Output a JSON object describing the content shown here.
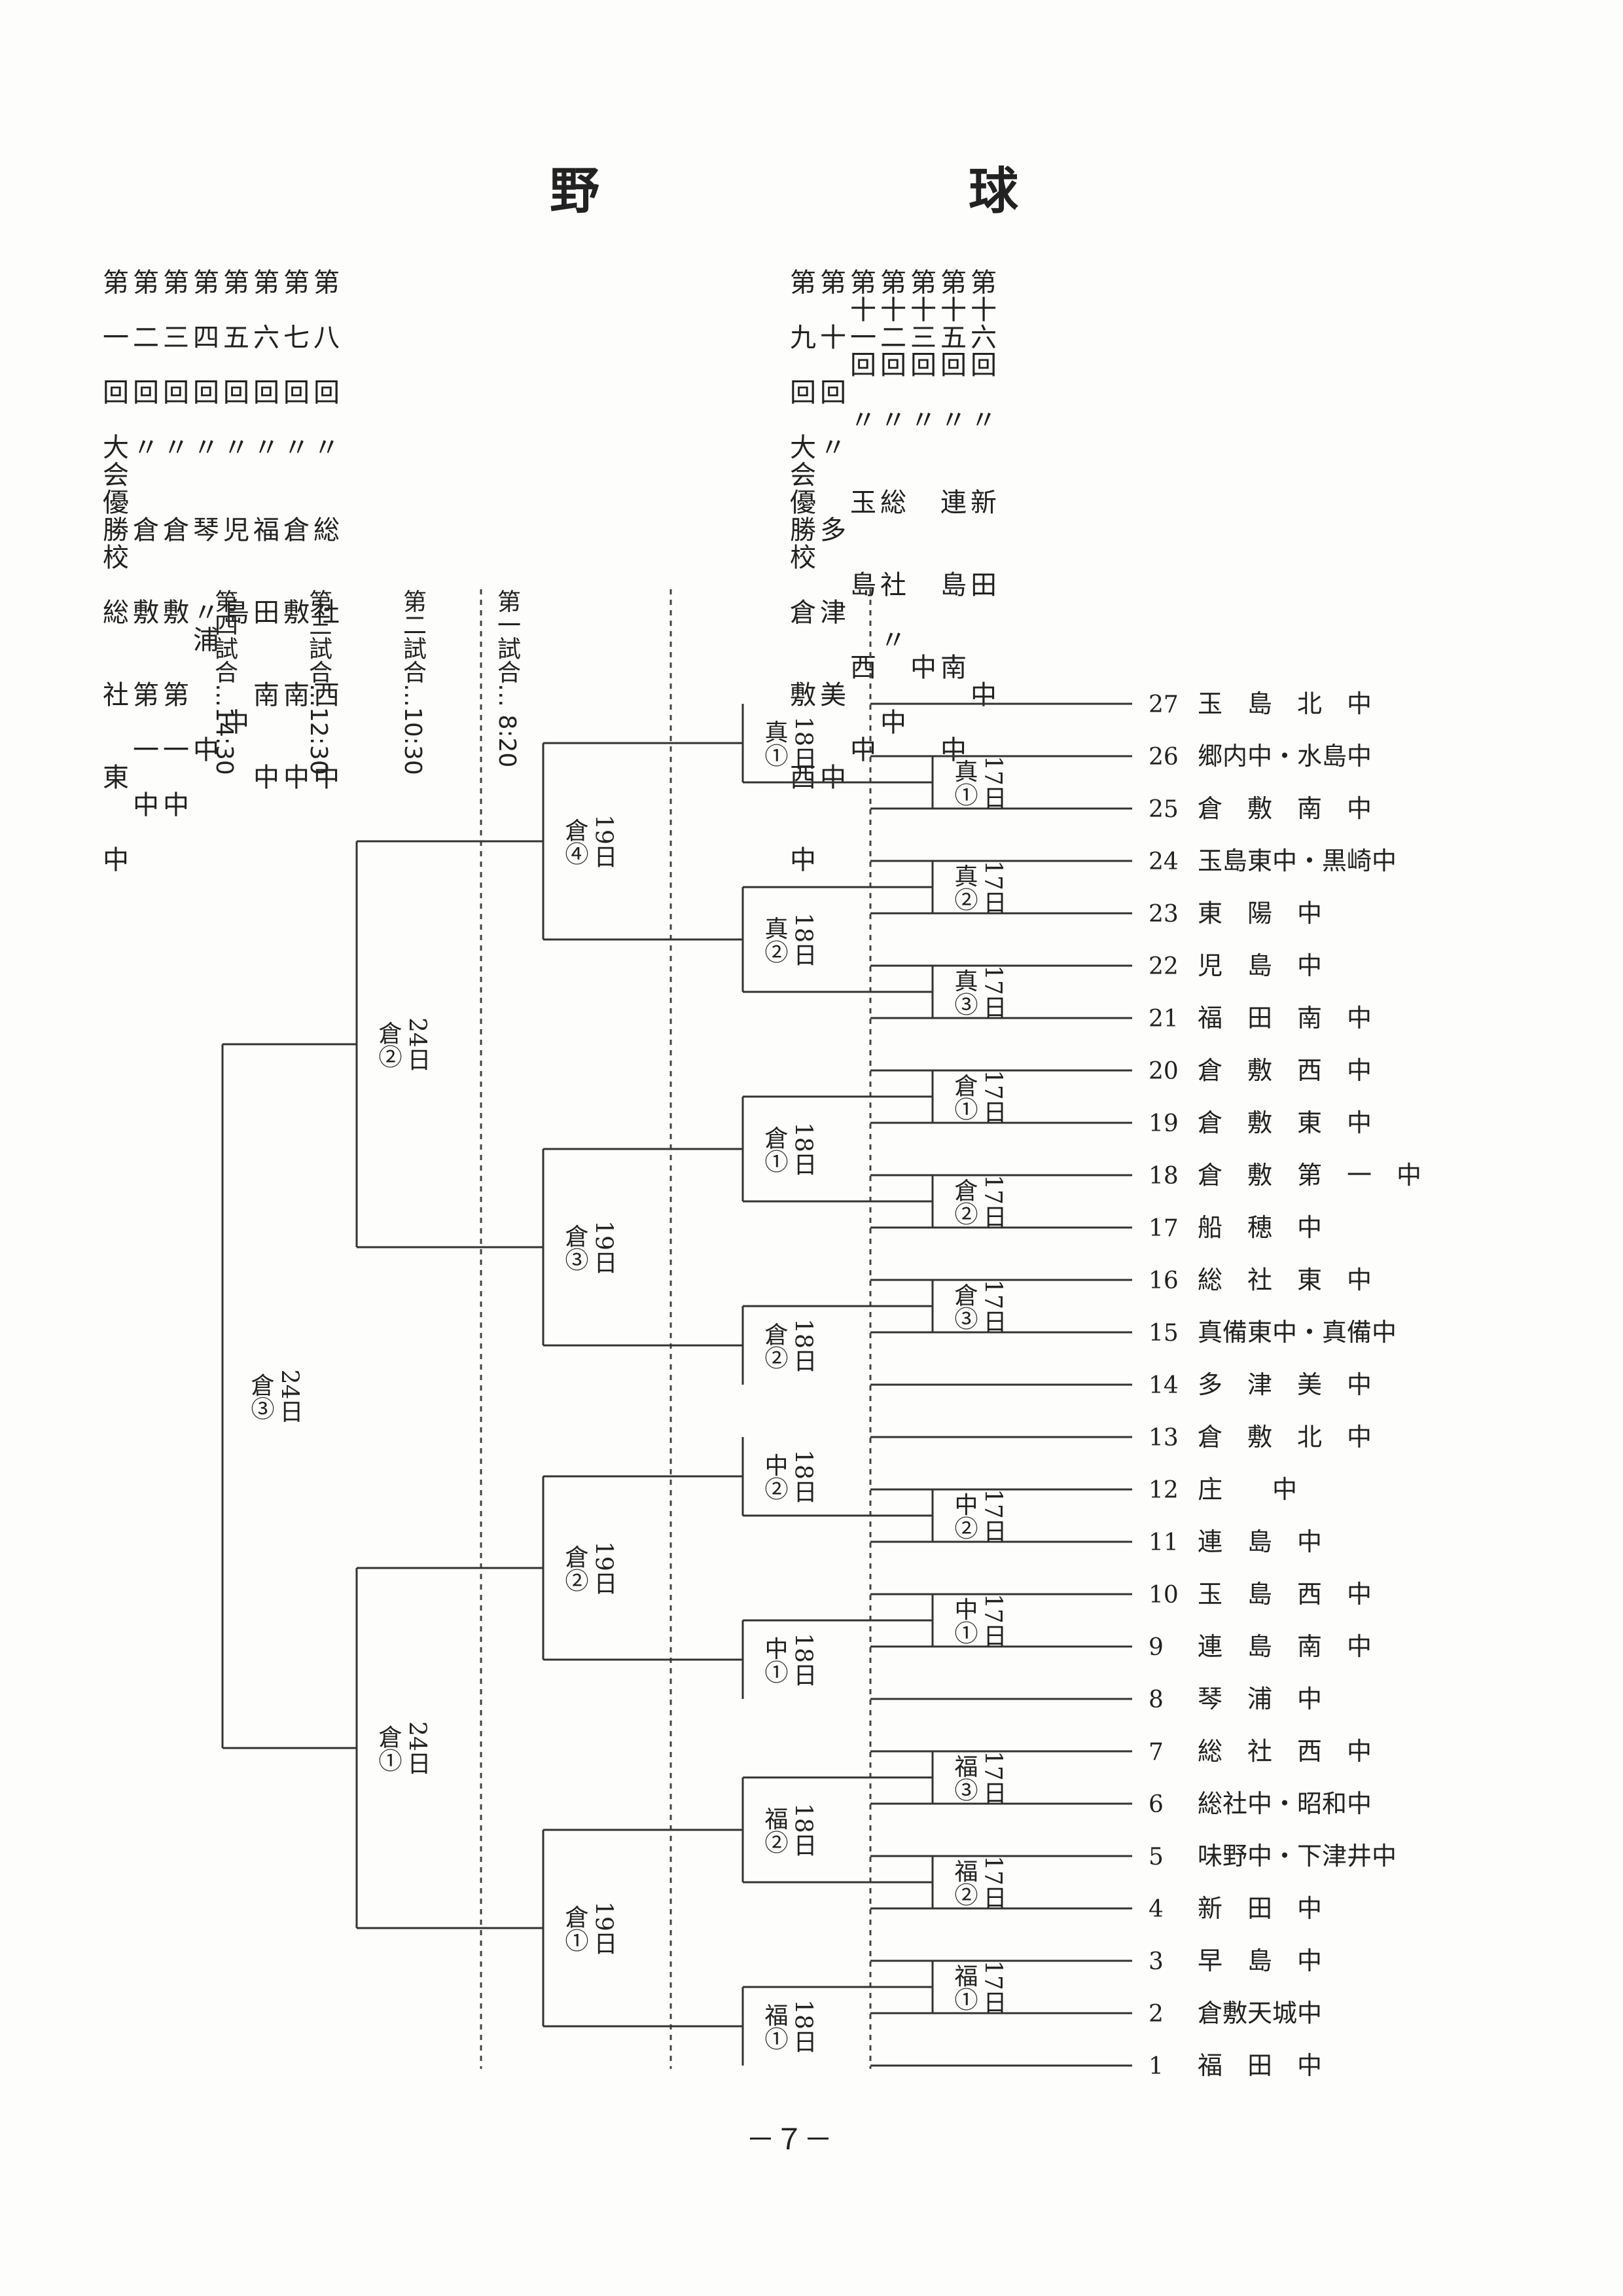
{
  "title": {
    "char1": "野",
    "char2": "球"
  },
  "history": {
    "left": [
      "第　一　回　大会優勝校　総　　社　　東　　中",
      "第　二　回　〃　　倉　　敷　　第　一　中",
      "第　三　回　〃　　倉　　敷　　第　一　中",
      "第　四　回　〃　　琴　　〃浦　　　中",
      "第　五　回　〃　　児　　島　　　中",
      "第　六　回　〃　　福　　田　　南　　中",
      "第　七　回　〃　　倉　　敷　　南　　中",
      "第　八　回　〃　　総　　社　　西　　中"
    ],
    "right": [
      "第　九　回　大会優勝校　倉　　敷　　西　　中",
      "第　十　回　〃　　多　　津　　美　　中",
      "第十一回　〃　　玉　　島　　西　　中",
      "第十二回　〃　　総　　社　〃　　中",
      "第十三回　〃　　　　　　　　中",
      "第十五回　〃　　連　　島　　南　　中",
      "第十六回　〃　　新　　田　　　中"
    ]
  },
  "schedule": [
    "第一試合… 8:20",
    "第二試合…10:30",
    "第三試合…12:30",
    "第四試合…14:30"
  ],
  "teams": [
    {
      "num": "1",
      "name": "福　田　中"
    },
    {
      "num": "2",
      "name": "倉敷天城中"
    },
    {
      "num": "3",
      "name": "早　島　中"
    },
    {
      "num": "4",
      "name": "新　田　中"
    },
    {
      "num": "5",
      "name": "味野中・下津井中"
    },
    {
      "num": "6",
      "name": "総社中・昭和中"
    },
    {
      "num": "7",
      "name": "総　社　西　中"
    },
    {
      "num": "8",
      "name": "琴　浦　中"
    },
    {
      "num": "9",
      "name": "連　島　南　中"
    },
    {
      "num": "10",
      "name": "玉　島　西　中"
    },
    {
      "num": "11",
      "name": "連　島　中"
    },
    {
      "num": "12",
      "name": "庄　　中"
    },
    {
      "num": "13",
      "name": "倉　敷　北　中"
    },
    {
      "num": "14",
      "name": "多　津　美　中"
    },
    {
      "num": "15",
      "name": "真備東中・真備中"
    },
    {
      "num": "16",
      "name": "総　社　東　中"
    },
    {
      "num": "17",
      "name": "船　穂　中"
    },
    {
      "num": "18",
      "name": "倉　敷　第　一　中"
    },
    {
      "num": "19",
      "name": "倉　敷　東　中"
    },
    {
      "num": "20",
      "name": "倉　敷　西　中"
    },
    {
      "num": "21",
      "name": "福　田　南　中"
    },
    {
      "num": "22",
      "name": "児　島　中"
    },
    {
      "num": "23",
      "name": "東　陽　中"
    },
    {
      "num": "24",
      "name": "玉島東中・黒崎中"
    },
    {
      "num": "25",
      "name": "倉　敷　南　中"
    },
    {
      "num": "26",
      "name": "郷内中・水島中"
    },
    {
      "num": "27",
      "name": "玉　島　北　中"
    }
  ],
  "games": {
    "r17": [
      {
        "day": "17日",
        "venue": "福①"
      },
      {
        "day": "17日",
        "venue": "福②"
      },
      {
        "day": "17日",
        "venue": "福③"
      },
      {
        "day": "17日",
        "venue": "中①"
      },
      {
        "day": "17日",
        "venue": "中②"
      },
      {
        "day": "17日",
        "venue": "倉③"
      },
      {
        "day": "17日",
        "venue": "倉②"
      },
      {
        "day": "17日",
        "venue": "倉①"
      },
      {
        "day": "17日",
        "venue": "真③"
      },
      {
        "day": "17日",
        "venue": "真②"
      },
      {
        "day": "17日",
        "venue": "真①"
      }
    ],
    "r18": [
      {
        "day": "18日",
        "venue": "福①"
      },
      {
        "day": "18日",
        "venue": "福②"
      },
      {
        "day": "18日",
        "venue": "中①"
      },
      {
        "day": "18日",
        "venue": "中②"
      },
      {
        "day": "18日",
        "venue": "倉②"
      },
      {
        "day": "18日",
        "venue": "倉①"
      },
      {
        "day": "18日",
        "venue": "真②"
      },
      {
        "day": "18日",
        "venue": "真①"
      }
    ],
    "r19": [
      {
        "day": "19日",
        "venue": "倉①"
      },
      {
        "day": "19日",
        "venue": "倉②"
      },
      {
        "day": "19日",
        "venue": "倉③"
      },
      {
        "day": "19日",
        "venue": "倉④"
      }
    ],
    "r24": [
      {
        "day": "24日",
        "venue": "倉①"
      },
      {
        "day": "24日",
        "venue": "倉②"
      }
    ],
    "final": {
      "day": "24日",
      "venue": "倉③"
    }
  },
  "page_number": "－７－"
}
